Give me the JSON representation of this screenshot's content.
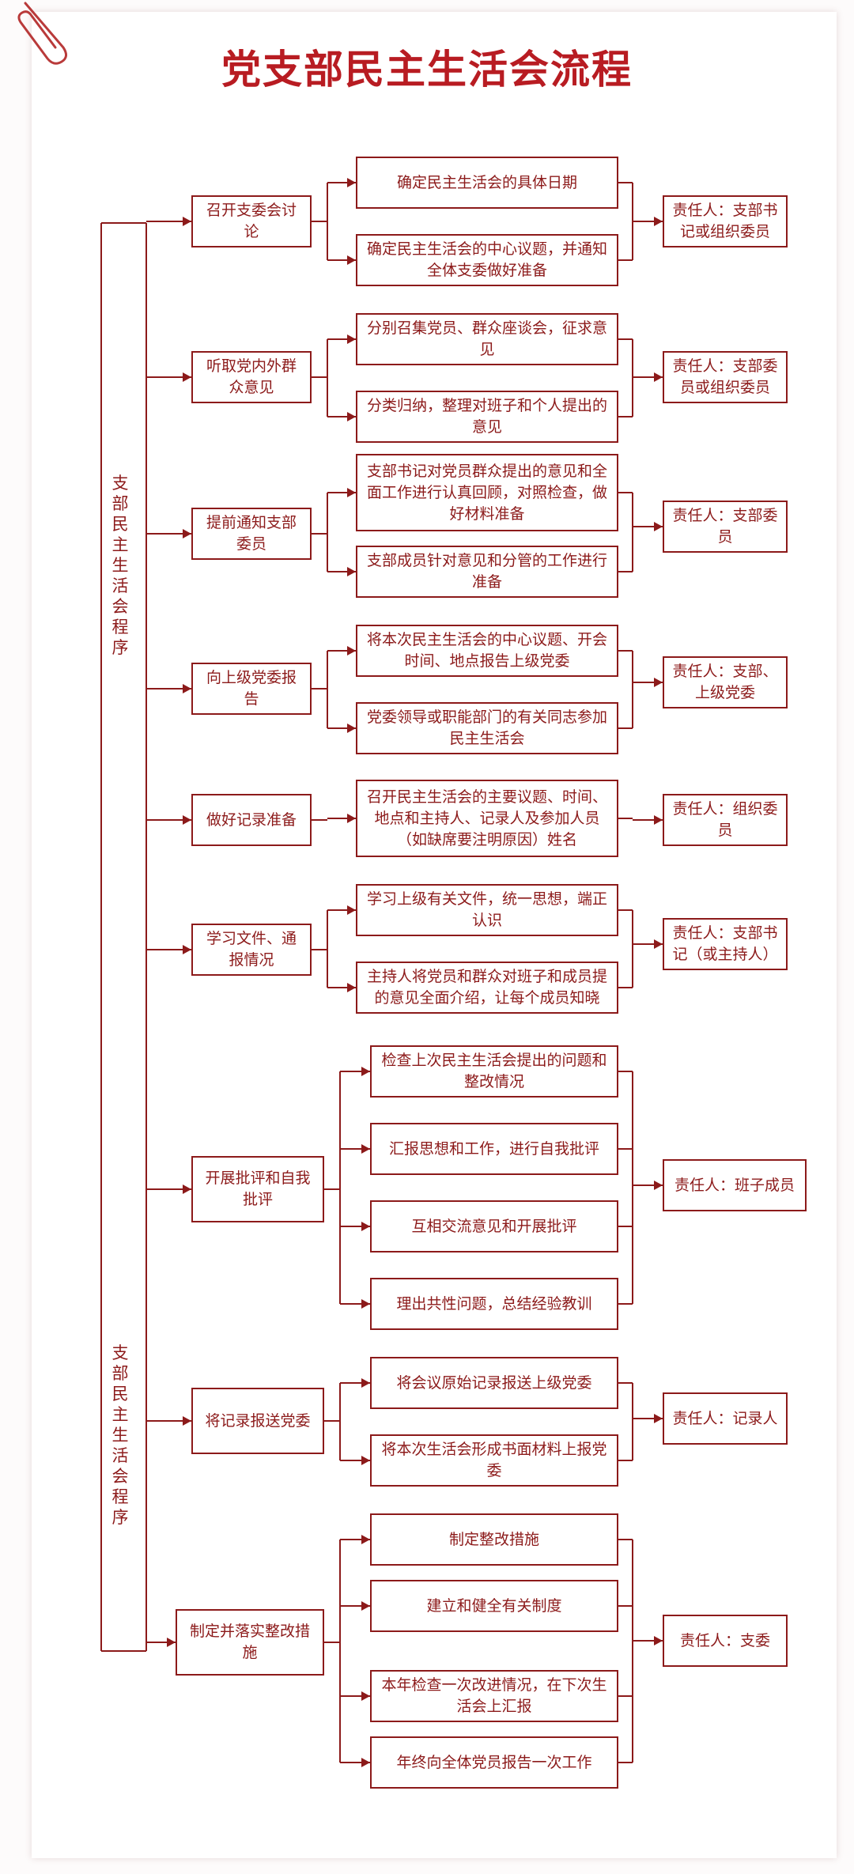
{
  "title": "党支部民主生活会流程",
  "side_labels": [
    "支部民主生活会程序",
    "支部民主生活会程序"
  ],
  "stages": [
    {
      "name": "召开支委会讨论",
      "tasks": [
        "确定民主生活会的具体日期",
        "确定民主生活会的中心议题，并通知全体支委做好准备"
      ],
      "owner": "责任人：支部书记或组织委员"
    },
    {
      "name": "听取党内外群众意见",
      "tasks": [
        "分别召集党员、群众座谈会，征求意见",
        "分类归纳，整理对班子和个人提出的意见"
      ],
      "owner": "责任人：支部委员或组织委员"
    },
    {
      "name": "提前通知支部委员",
      "tasks": [
        "支部书记对党员群众提出的意见和全面工作进行认真回顾，对照检查，做好材料准备",
        "支部成员针对意见和分管的工作进行准备"
      ],
      "owner": "责任人：支部委员"
    },
    {
      "name": "向上级党委报告",
      "tasks": [
        "将本次民主生活会的中心议题、开会时间、地点报告上级党委",
        "党委领导或职能部门的有关同志参加民主生活会"
      ],
      "owner": "责任人：支部、上级党委"
    },
    {
      "name": "做好记录准备",
      "tasks": [
        "召开民主生活会的主要议题、时间、地点和主持人、记录人及参加人员（如缺席要注明原因）姓名"
      ],
      "owner": "责任人：组织委员"
    },
    {
      "name": "学习文件、通报情况",
      "tasks": [
        "学习上级有关文件，统一思想，端正认识",
        "主持人将党员和群众对班子和成员提的意见全面介绍，让每个成员知晓"
      ],
      "owner": "责任人：支部书记（或主持人）"
    },
    {
      "name": "开展批评和自我批评",
      "tasks": [
        "检查上次民主生活会提出的问题和整改情况",
        "汇报思想和工作，进行自我批评",
        "互相交流意见和开展批评",
        "理出共性问题，总结经验教训"
      ],
      "owner": "责任人：班子成员"
    },
    {
      "name": "将记录报送党委",
      "tasks": [
        "将会议原始记录报送上级党委",
        "将本次生活会形成书面材料上报党委"
      ],
      "owner": "责任人：记录人"
    },
    {
      "name": "制定并落实整改措施",
      "tasks": [
        "制定整改措施",
        "建立和健全有关制度",
        "本年检查一次改进情况，在下次生活会上汇报",
        "年终向全体党员报告一次工作"
      ],
      "owner": "责任人：支委"
    }
  ]
}
